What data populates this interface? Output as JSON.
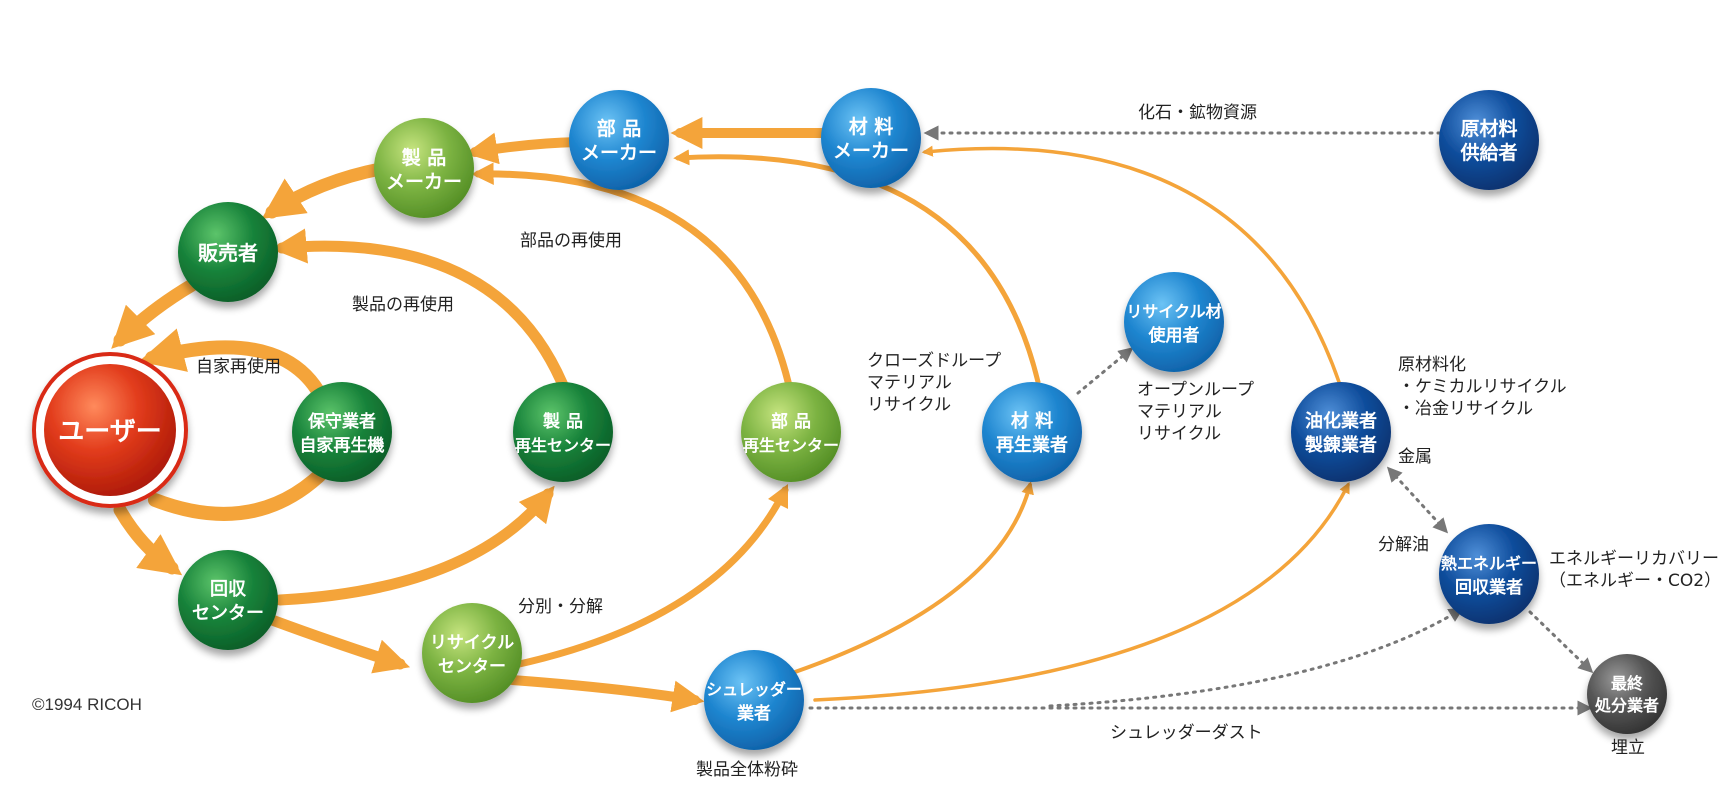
{
  "nodes": {
    "user": [
      "ユーザー"
    ],
    "sales": [
      "販売者"
    ],
    "product_maker": [
      "製 品",
      "メーカー"
    ],
    "parts_maker": [
      "部 品",
      "メーカー"
    ],
    "material_maker": [
      "材 料",
      "メーカー"
    ],
    "raw_supplier": [
      "原材料",
      "供給者"
    ],
    "maintenance": [
      "保守業者",
      "自家再生機"
    ],
    "product_regen": [
      "製 品",
      "再生センター"
    ],
    "parts_regen": [
      "部 品",
      "再生センター"
    ],
    "material_regen": [
      "材 料",
      "再生業者"
    ],
    "recycled_user": [
      "リサイクル材",
      "使用者"
    ],
    "oil_smelter": [
      "油化業者",
      "製錬業者"
    ],
    "collection": [
      "回収",
      "センター"
    ],
    "recycle_center": [
      "リサイクル",
      "センター"
    ],
    "shredder": [
      "シュレッダー",
      "業者"
    ],
    "thermal": [
      "熱エネルギー",
      "回収業者"
    ],
    "final_disposal": [
      "最終",
      "処分業者"
    ]
  },
  "labels": {
    "fossil": "化石・鉱物資源",
    "parts_reuse": "部品の再使用",
    "product_reuse": "製品の再使用",
    "self_reuse": "自家再使用",
    "closed_loop": [
      "クローズドループ",
      "マテリアル",
      "リサイクル"
    ],
    "open_loop": [
      "オープンループ",
      "マテリアル",
      "リサイクル"
    ],
    "raw_materialization": [
      "原材料化",
      "・ケミカルリサイクル",
      "・冶金リサイクル"
    ],
    "metal": "金属",
    "decomp_oil": "分解油",
    "energy_recovery": [
      "エネルギーリカバリー",
      "（エネルギー・CO2）"
    ],
    "landfill": "埋立",
    "sort_dismantle": "分別・分解",
    "shredder_dust": "シュレッダーダスト",
    "whole_crush": "製品全体粉砕",
    "copyright": "©1994 RICOH"
  },
  "colors": {
    "arrow": "#f4a43a",
    "dotted": "#777777",
    "user_red": "#d92b14",
    "dark_green": "#17823a",
    "light_green": "#7cb342",
    "blue": "#1f86d0",
    "navy": "#0f4d9c",
    "gray": "#555555"
  }
}
